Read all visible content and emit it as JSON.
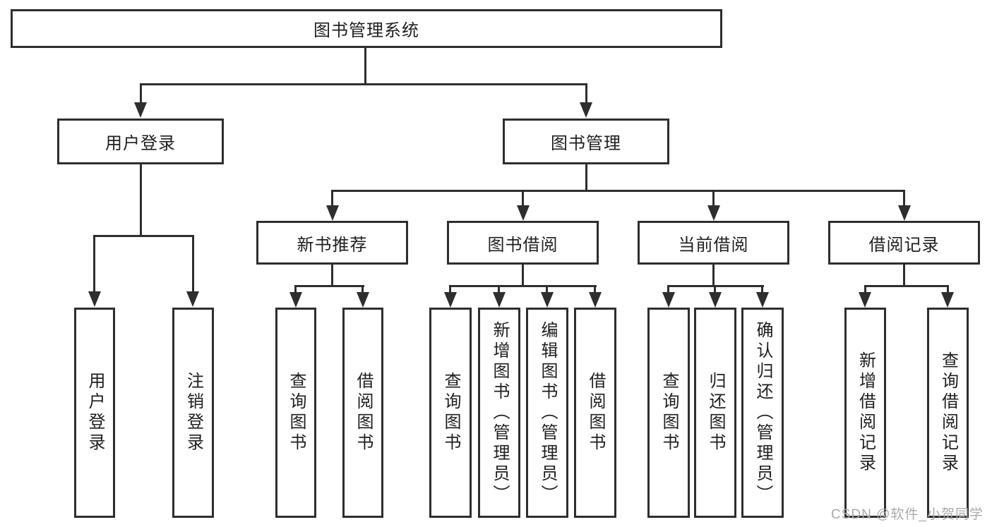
{
  "diagram": {
    "title": "图书管理系统",
    "tree": {
      "root": {
        "label": "图书管理系统",
        "children": [
          {
            "label": "用户登录",
            "children": [
              {
                "label": "用户登录"
              },
              {
                "label": "注销登录"
              }
            ]
          },
          {
            "label": "图书管理",
            "children": [
              {
                "label": "新书推荐",
                "children": [
                  {
                    "label": "查询图书"
                  },
                  {
                    "label": "借阅图书"
                  }
                ]
              },
              {
                "label": "图书借阅",
                "children": [
                  {
                    "label": "查询图书"
                  },
                  {
                    "label": "新增图书（管理员）"
                  },
                  {
                    "label": "编辑图书（管理员）"
                  },
                  {
                    "label": "借阅图书"
                  }
                ]
              },
              {
                "label": "当前借阅",
                "children": [
                  {
                    "label": "查询图书"
                  },
                  {
                    "label": "归还图书"
                  },
                  {
                    "label": "确认归还（管理员）"
                  }
                ]
              },
              {
                "label": "借阅记录",
                "children": [
                  {
                    "label": "新增借阅记录"
                  },
                  {
                    "label": "查询借阅记录"
                  }
                ]
              }
            ]
          }
        ]
      }
    },
    "watermark": "CSDN @软件_小贺同学",
    "colors": {
      "line": "#2e2e2e",
      "text": "#1f1f1f",
      "wm": "#a9a9a9",
      "bg": "#ffffff"
    }
  }
}
